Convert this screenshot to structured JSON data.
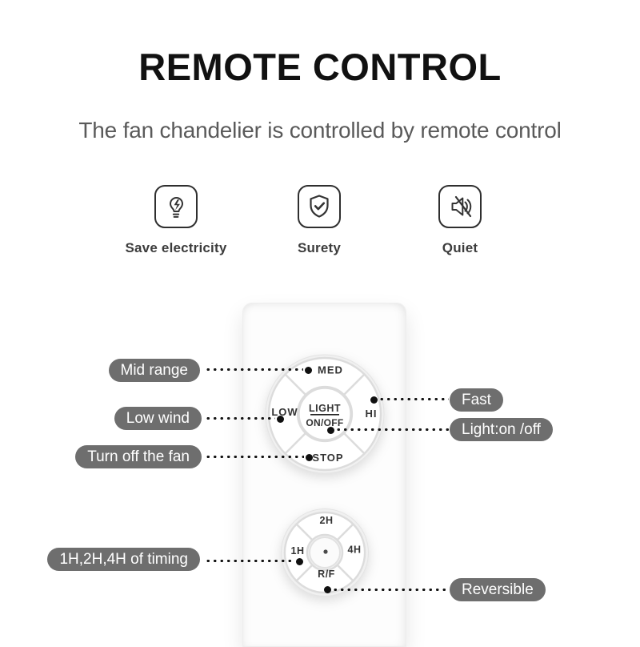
{
  "header": {
    "title": "REMOTE CONTROL",
    "subtitle": "The fan chandelier is controlled by remote control"
  },
  "features": [
    {
      "icon": "lightbulb-bolt-icon",
      "label": "Save electricity"
    },
    {
      "icon": "shield-check-icon",
      "label": "Surety"
    },
    {
      "icon": "speaker-muted-icon",
      "label": "Quiet"
    }
  ],
  "remote": {
    "fan_pad": {
      "top": "MED",
      "left": "LOW",
      "right": "HI",
      "bottom": "STOP",
      "center_top": "LIGHT",
      "center_bottom": "ON/OFF"
    },
    "timer_pad": {
      "top": "2H",
      "left": "1H",
      "right": "4H",
      "bottom": "R/F"
    }
  },
  "callouts": [
    {
      "label": "Mid range"
    },
    {
      "label": "Low wind"
    },
    {
      "label": "Turn off the fan"
    },
    {
      "label": "Fast"
    },
    {
      "label": "Light:on /off"
    },
    {
      "label": "1H,2H,4H of timing"
    },
    {
      "label": "Reversible"
    }
  ],
  "colors": {
    "accent_orange": "#f2a879",
    "pill_gray": "#6e6e6e",
    "title_black": "#111111",
    "subtitle_gray": "#5a5a5a",
    "icon_dark": "#2f2f2f"
  }
}
